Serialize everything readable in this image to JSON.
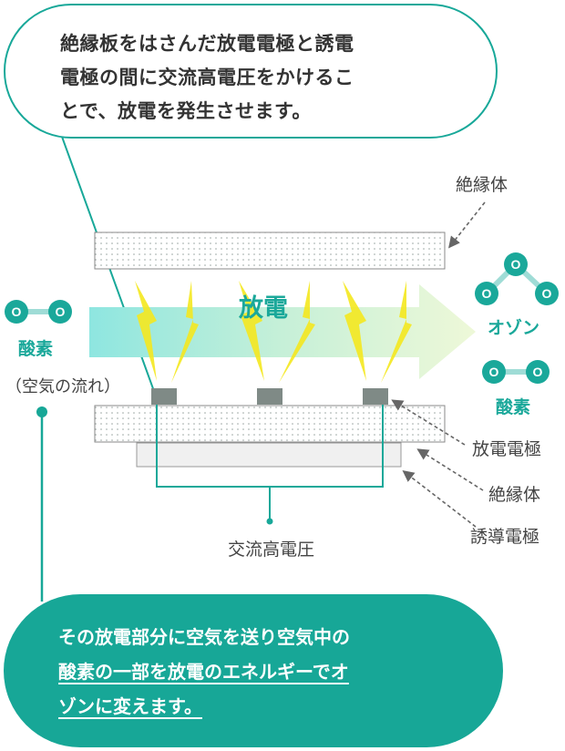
{
  "top_callout": {
    "line1": "絶縁板をはさんだ放電電極と誘電",
    "line2": "電極の間に交流高電圧をかけるこ",
    "line3": "とで、放電を発生させます。"
  },
  "bottom_callout": {
    "line1": "その放電部分に空気を送り空気中の",
    "line2": "酸素の一部を放電のエネルギーでオ",
    "line3": "ゾンに変えます。"
  },
  "labels": {
    "insulator_top": "絶縁体",
    "discharge": "放電",
    "ozone": "オゾン",
    "oxygen_left": "酸素",
    "airflow": "（空気の流れ）",
    "oxygen_right": "酸素",
    "discharge_electrode": "放電電極",
    "insulator_bottom": "絶縁体",
    "induction_electrode": "誘導電極",
    "ac_high_voltage": "交流高電圧",
    "atom": "O"
  },
  "colors": {
    "teal": "#18a899",
    "spark": "#f5e820",
    "electrode": "#7f8a86",
    "arrow_start": "#8ee6e0",
    "arrow_end": "#eef8d8"
  }
}
